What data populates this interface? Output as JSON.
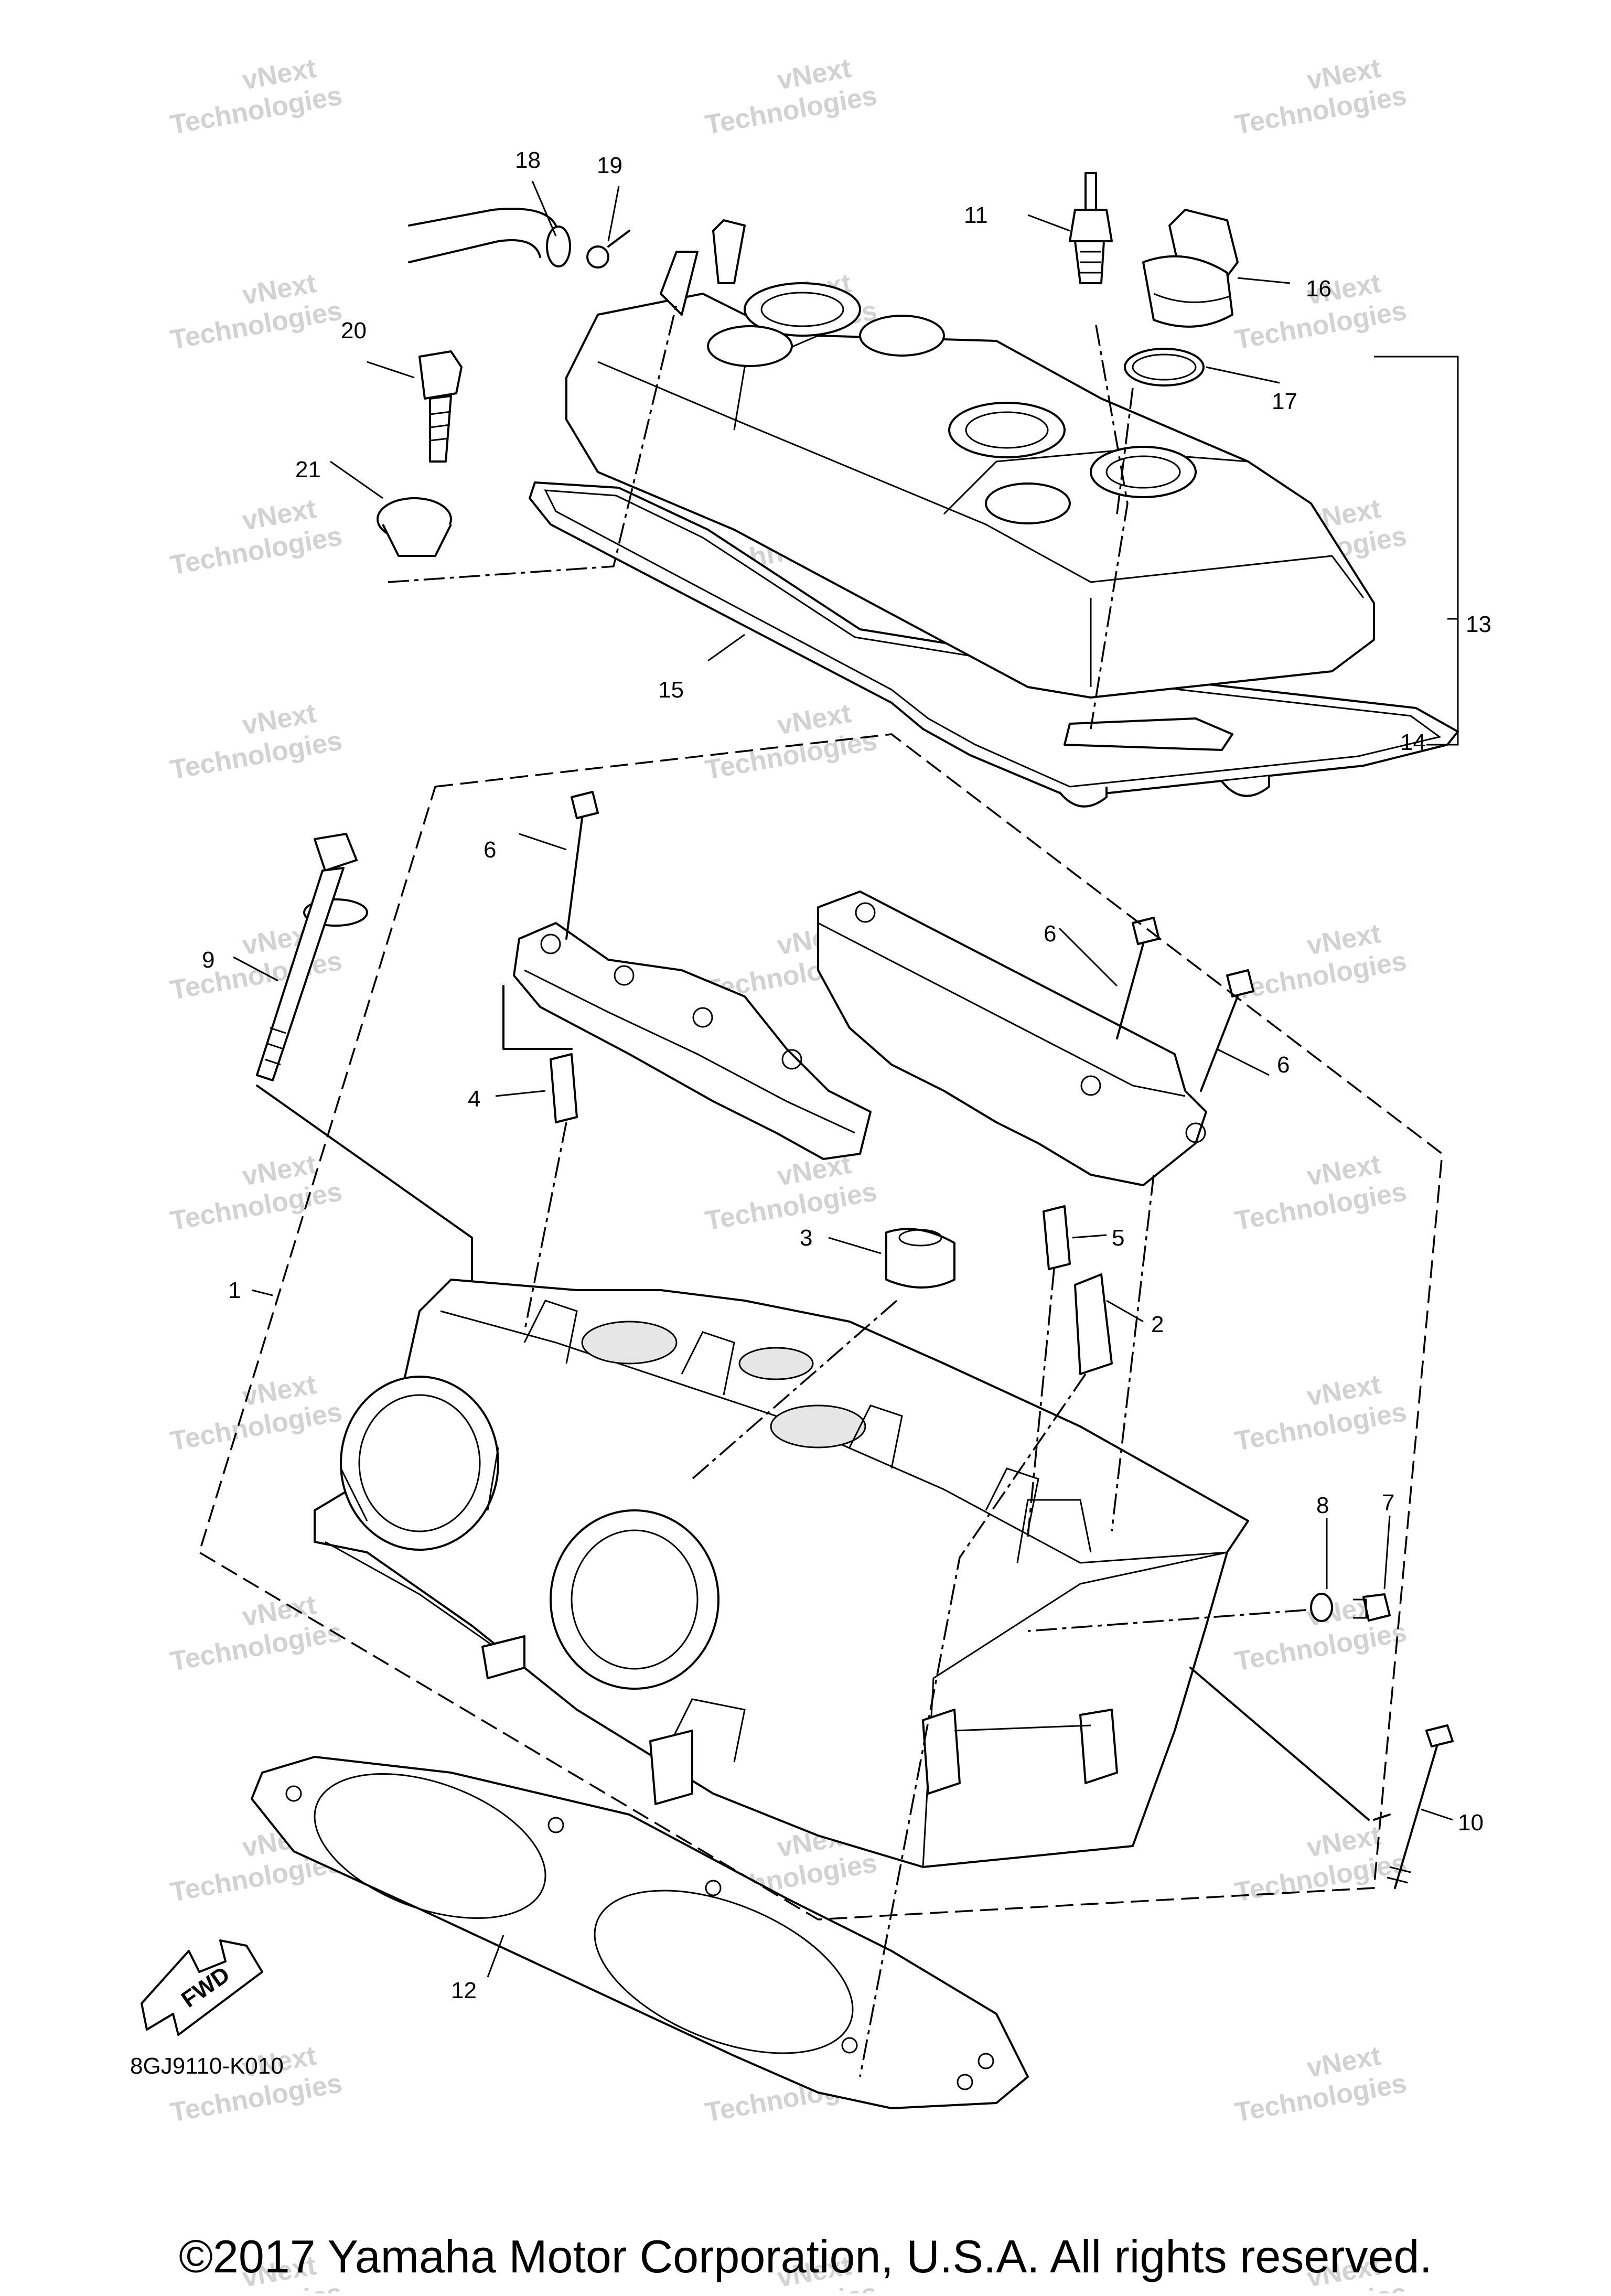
{
  "diagram": {
    "code": "8GJ9110-K010",
    "fwd_label": "FWD",
    "copyright": "©2017 Yamaha Motor Corporation, U.S.A. All rights reserved.",
    "watermark": {
      "line1": "vNext",
      "line2": "Technologies"
    },
    "callouts": {
      "p1": "1",
      "p2": "2",
      "p3": "3",
      "p4": "4",
      "p5": "5",
      "p6a": "6",
      "p6b": "6",
      "p6c": "6",
      "p7": "7",
      "p8": "8",
      "p9": "9",
      "p10": "10",
      "p11": "11",
      "p12": "12",
      "p13": "13",
      "p14": "14",
      "p15": "15",
      "p16": "16",
      "p17": "17",
      "p18": "18",
      "p19": "19",
      "p20": "20",
      "p21": "21"
    }
  }
}
